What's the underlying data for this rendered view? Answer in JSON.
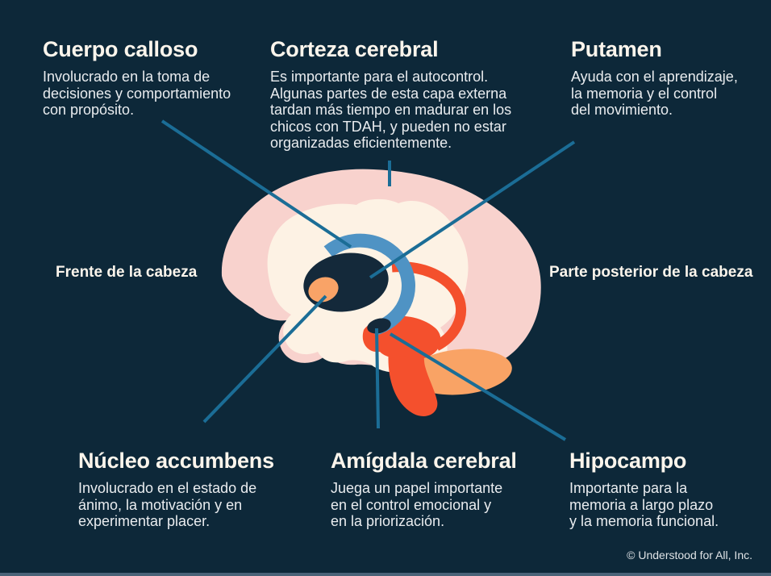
{
  "labels": {
    "cuerpo_calloso": {
      "title": "Cuerpo calloso",
      "body": "Involucrado en la toma de\ndecisiones y comportamiento\ncon propósito."
    },
    "corteza_cerebral": {
      "title": "Corteza cerebral",
      "body": "Es importante para el autocontrol.\nAlgunas partes de esta capa externa\ntardan más tiempo en madurar en los\nchicos con TDAH, y pueden no estar\norganizadas eficientemente."
    },
    "putamen": {
      "title": "Putamen",
      "body": "Ayuda con el aprendizaje,\nla memoria y el control\ndel movimiento."
    },
    "nucleo_accumbens": {
      "title": "Núcleo accumbens",
      "body": "Involucrado en el estado de\nánimo, la motivación y en\nexperimentar placer."
    },
    "amigdala_cerebral": {
      "title": "Amígdala cerebral",
      "body": "Juega un papel importante\nen el control emocional y\nen la priorización."
    },
    "hipocampo": {
      "title": "Hipocampo",
      "body": "Importante para la\nmemoria a largo plazo\ny la memoria funcional."
    }
  },
  "orientation": {
    "front": "Frente de la cabeza",
    "back": "Parte posterior de la cabeza"
  },
  "footer": {
    "copyright": "© Understood for All, Inc."
  },
  "colors": {
    "background": "#0d2839",
    "bottom_strip": "#4a6378",
    "title_text": "#fbf5ec",
    "body_text": "#e9ecef",
    "leader_line": "#1b6d96",
    "brain_outer_pink": "#f8d2cd",
    "brain_inner_cream": "#fdf2e4",
    "corpus_callosum_blue": "#4f93c4",
    "central_region_navy": "#14293a",
    "accumbens_orange": "#f9a367",
    "cerebellum_orange": "#f9a365",
    "stem_hippocampus_red": "#f4502d"
  }
}
